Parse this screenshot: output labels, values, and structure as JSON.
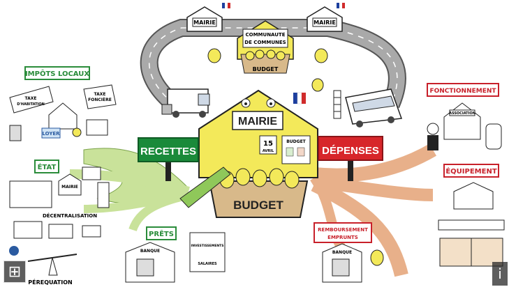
{
  "center": {
    "mairie": "MAIRIE",
    "budget": "BUDGET",
    "calendar_day": "15",
    "calendar_month": "AVRIL",
    "doc": "BUDGET"
  },
  "recettes": "RECETTES",
  "depenses": "DÉPENSES",
  "top": {
    "mairie_left": "MAIRIE",
    "mairie_right": "MAIRIE",
    "communaute_line1": "COMMUNAUTE",
    "communaute_line2": "DE COMMUNES",
    "budget": "BUDGET"
  },
  "impots": {
    "title": "IMPÔTS LOCAUX",
    "taxe_habitation_1": "TAXE",
    "taxe_habitation_2": "D'HABITATION",
    "taxe_fonciere_1": "TAXE",
    "taxe_fonciere_2": "FONCIÈRE",
    "loyer": "LOYER"
  },
  "etat": {
    "title": "ÉTAT",
    "mairie": "MAIRIE",
    "decentralisation": "DÉCENTRALISATION",
    "perequation": "PÉREQUATION"
  },
  "prets": {
    "title": "PRÊTS",
    "banque": "BANQUE",
    "investissements": "INVESTISSEMENTS",
    "salaires": "SALAIRES"
  },
  "fonctionnement": {
    "title": "FONCTIONNEMENT",
    "association": "ASSOCIATION"
  },
  "equipement": {
    "title": "ÉQUIPEMENT"
  },
  "remboursement": {
    "title_1": "REMBOURSEMENT",
    "title_2": "EMPRUNTS",
    "banque": "BANQUE"
  },
  "controls": {
    "expand_glyph": "⊞",
    "info_glyph": "i"
  },
  "colors": {
    "recettes_green": "#1a8a3a",
    "depenses_red": "#d7262a",
    "mairie_yellow": "#f3e95a",
    "road_gray": "#9a9a9a",
    "green_stream": "#c9e29a",
    "orange_stream": "#e8b08a",
    "title_red": "#c8202a",
    "title_green": "#2a8c3a"
  }
}
